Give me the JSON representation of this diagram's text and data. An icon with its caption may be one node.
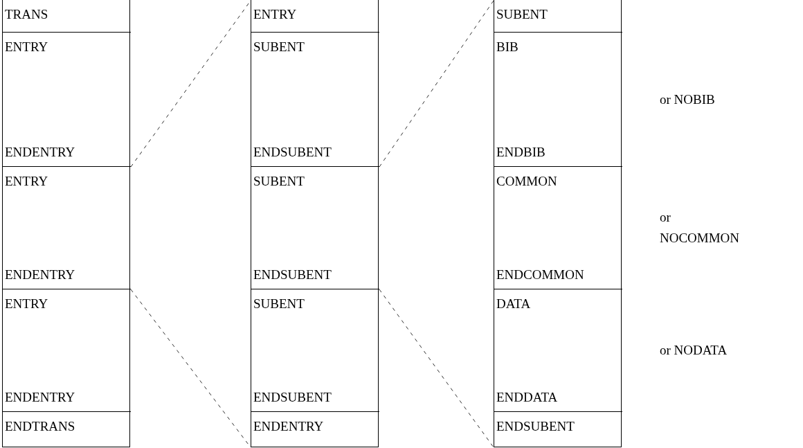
{
  "diagram": {
    "nodes": [
      {
        "text": [],
        "shape": "box"
      },
      {
        "text": [
          "TRANS"
        ],
        "in": 0
      },
      {
        "text": [
          "ENTRY",
          "ENDENTRY"
        ],
        "in": 0
      },
      {
        "text": [
          "ENTRY",
          "ENDENTRY"
        ],
        "in": 0
      },
      {
        "text": [
          "ENTRY",
          "ENDENTRY"
        ],
        "in": 0
      },
      {
        "text": [
          "ENDTRANS"
        ],
        "in": 0
      },
      {
        "text": [],
        "shape": "box"
      },
      {
        "text": [
          "ENTRY"
        ],
        "in": 6
      },
      {
        "text": [
          "SUBENT",
          "ENDSUBENT"
        ],
        "in": 6
      },
      {
        "text": [
          "SUBENT",
          "ENDSUBENT"
        ],
        "in": 6
      },
      {
        "text": [
          "SUBENT",
          "ENDSUBENT"
        ],
        "in": 6
      },
      {
        "text": [
          "ENDENTRY"
        ],
        "in": 6
      },
      {
        "text": [],
        "shape": "box"
      },
      {
        "text": [
          "SUBENT"
        ],
        "in": 12
      },
      {
        "text": [
          "BIB",
          "ENDBIB"
        ],
        "in": 12,
        "beside": [
          "or NOBIB"
        ]
      },
      {
        "text": [
          "COMMON",
          "ENDCOMMON"
        ],
        "in": 12,
        "beside": [
          "or NOCOMMON"
        ]
      },
      {
        "text": [
          "DATA",
          "ENDDATA"
        ],
        "in": 12,
        "beside": [
          "or NODATA"
        ]
      },
      {
        "text": [
          "ENDSUBENT"
        ],
        "in": 12
      }
    ],
    "edges": [
      {
        "from": 3,
        "to": 6,
        "arrow": "none",
        "style": "dashed"
      },
      {
        "from": 3,
        "to": 6,
        "arrow": "none",
        "style": "dashed"
      },
      {
        "from": 9,
        "to": 12,
        "arrow": "none",
        "style": "dashed"
      },
      {
        "from": 9,
        "to": 12,
        "arrow": "none",
        "style": "dashed"
      }
    ]
  }
}
